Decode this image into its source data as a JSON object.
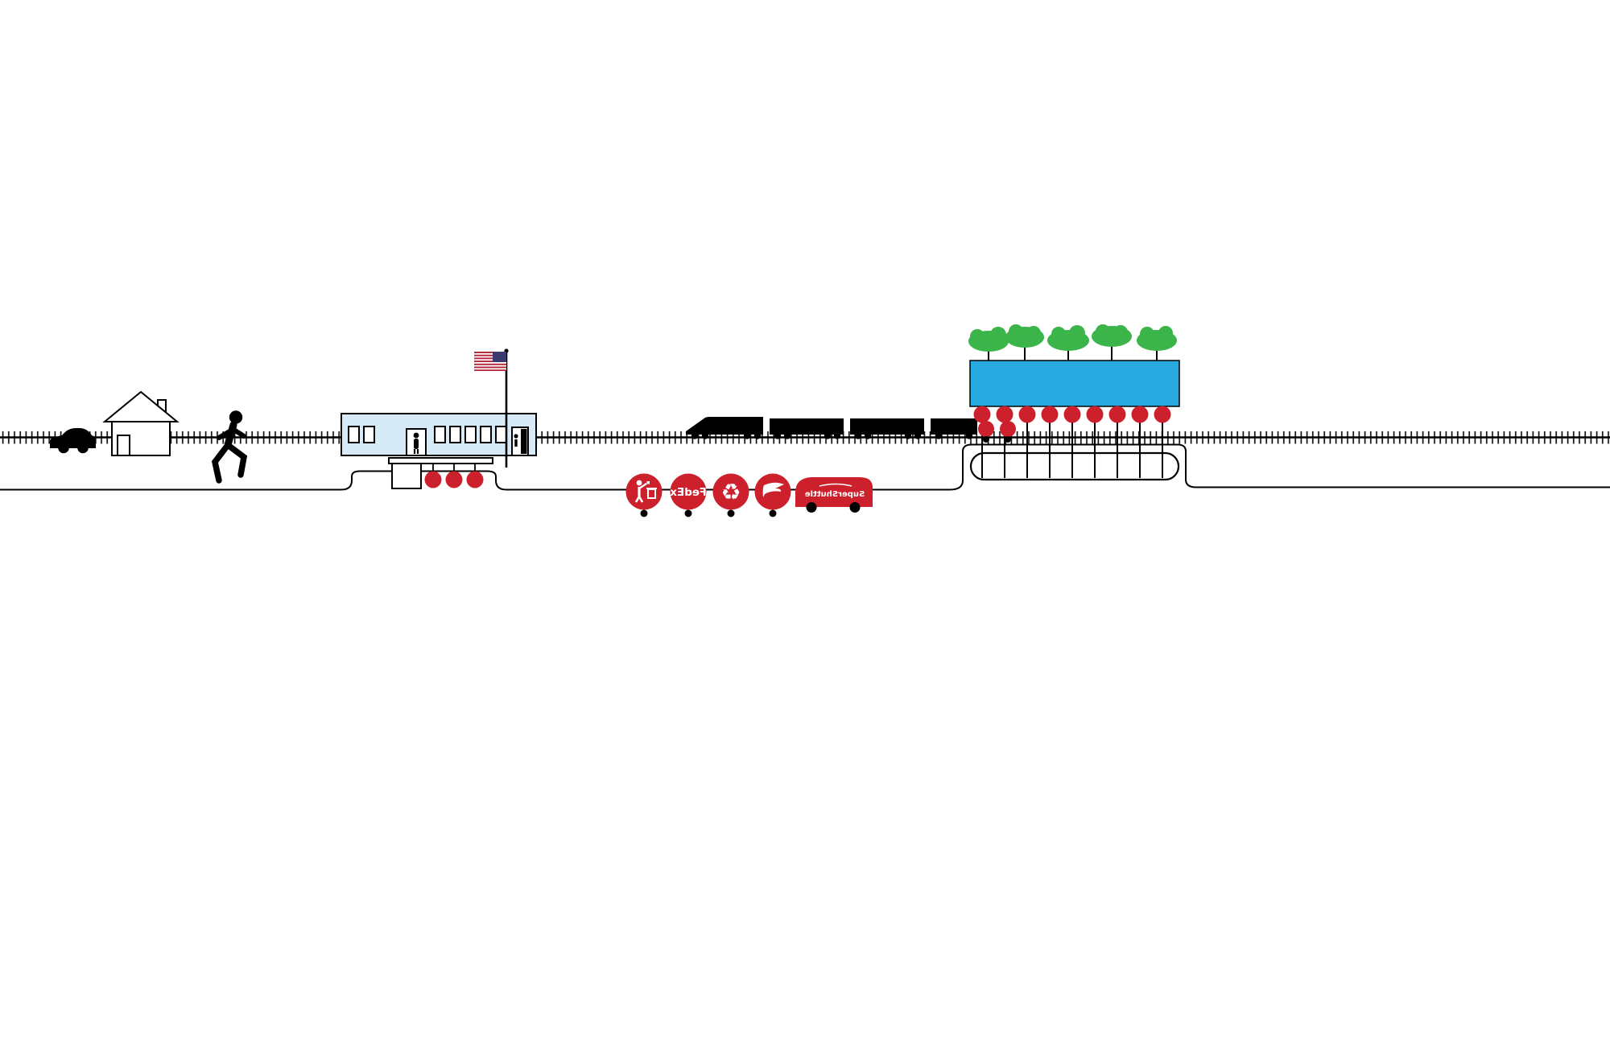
{
  "diagram": {
    "labels": {
      "fedex": "FedEx",
      "supershuttle": "SuperShuttle",
      "recycling_glyph": "♻"
    },
    "colors": {
      "red": "#cc202c",
      "sky-blue": "#29abe2",
      "pale-blue": "#d6ebf7",
      "green": "#3bb54a",
      "ink": "#000000",
      "flag-red": "#b22234",
      "flag-blue": "#3c3b6e",
      "white": "#ffffff"
    },
    "notes": {
      "text_mirrored": true
    },
    "elements": {
      "left_group": [
        "car",
        "house",
        "runner"
      ],
      "school": {
        "windows": 7,
        "doors": 2,
        "hanging_balls": 3,
        "flag": "US flag"
      },
      "train_cars": 4,
      "service_icons": [
        "litter-disposal",
        "fedex",
        "recycling",
        "usps-eagle",
        "supershuttle-van"
      ],
      "elevated_deck": {
        "trees": 5,
        "hanging_balls": 9,
        "columns": 9,
        "track_balls": 2
      }
    }
  }
}
